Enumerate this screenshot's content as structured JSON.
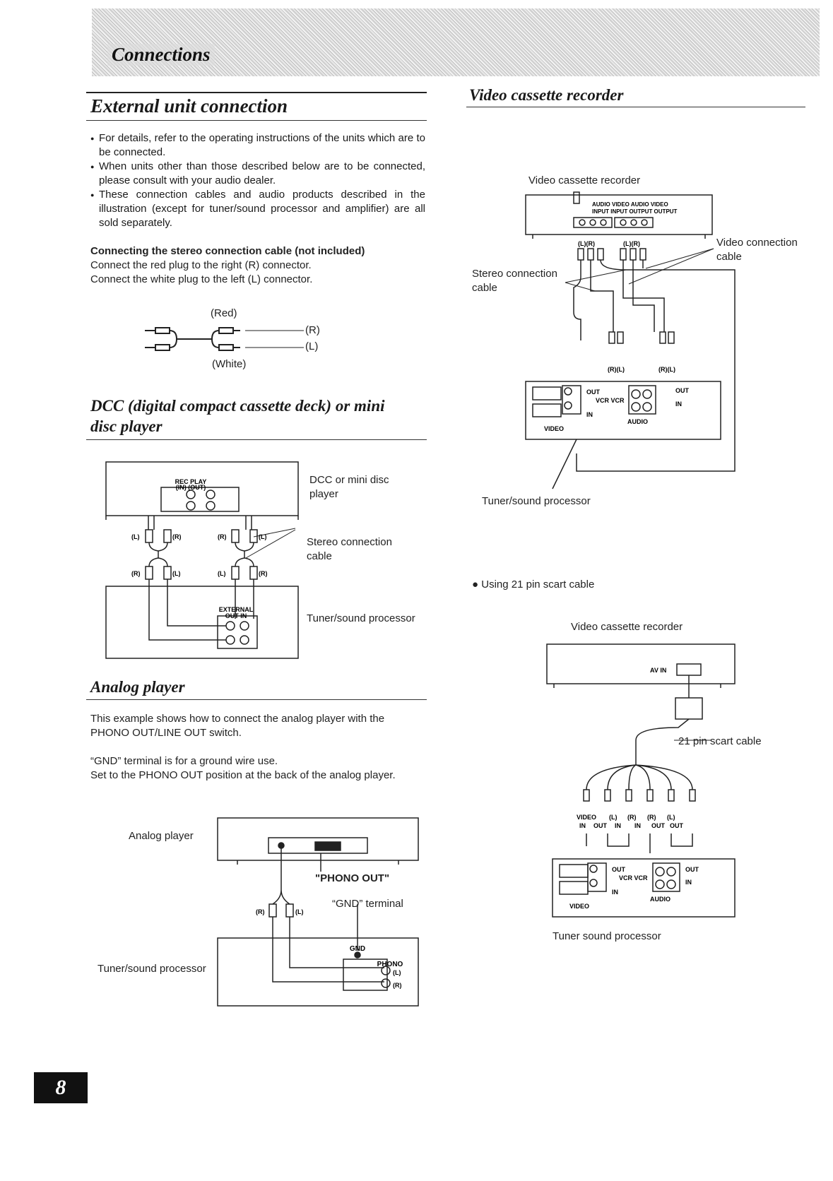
{
  "page": {
    "section_banner": "Connections",
    "page_number": "8"
  },
  "external": {
    "heading": "External unit connection",
    "bullets": [
      "For details, refer to the operating instructions of the units which are to be connected.",
      "When units other than those described below are to be connected, please consult with your audio dealer.",
      "These connection cables and audio products described in the illustration (except for tuner/sound processor and amplifier) are all sold separately."
    ],
    "stereo_title": "Connecting the stereo connection cable (not included)",
    "stereo_lines": [
      "Connect the red plug to the right (R) connector.",
      "Connect the white plug to the left (L) connector."
    ],
    "plug_labels": {
      "red": "(Red)",
      "white": "(White)",
      "r": "(R)",
      "l": "(L)"
    }
  },
  "dcc": {
    "heading_line1": "DCC (digital compact cassette deck) or mini",
    "heading_line2": "disc player",
    "device_label_line1": "DCC or mini disc",
    "device_label_line2": "player",
    "cable_label_line1": "Stereo connection",
    "cable_label_line2": "cable",
    "processor_label": "Tuner/sound processor",
    "panel_rec_play": "REC PLAY",
    "panel_in_out": "(IN) (OUT)",
    "panel_external": "EXTERNAL",
    "panel_out_in": "OUT IN",
    "tag_l": "(L)",
    "tag_r": "(R)"
  },
  "analog": {
    "heading": "Analog player",
    "text_line1": "This example shows how to connect the analog player with the",
    "text_line2": "PHONO OUT/LINE OUT switch.",
    "gnd_text": "“GND” terminal is for a ground wire use.",
    "set_text": "Set to the PHONO OUT position at the back of the analog player.",
    "player_label": "Analog player",
    "phono_out": "\"PHONO OUT\"",
    "gnd_terminal": "“GND” terminal",
    "processor_label": "Tuner/sound processor",
    "gnd": "GND",
    "phono": "PHONO",
    "tag_l": "(L)",
    "tag_r": "(R)"
  },
  "vcr": {
    "heading": "Video cassette recorder",
    "device_label": "Video cassette recorder",
    "panel_line1": "AUDIO VIDEO AUDIO VIDEO",
    "panel_line2": "INPUT INPUT OUTPUT OUTPUT",
    "video_cable_line1": "Video connection",
    "video_cable_line2": "cable",
    "stereo_cable_line1": "Stereo connection",
    "stereo_cable_line2": "cable",
    "processor_label": "Tuner/sound processor",
    "tag_lr": "(L)(R)",
    "tag_rl": "(R)(L)",
    "out": "OUT",
    "in": "IN",
    "vcr_vcr": "VCR VCR",
    "video": "VIDEO",
    "audio": "AUDIO",
    "scart_bullet": "Using 21 pin scart cable",
    "scart_device_label": "Video cassette recorder",
    "av_in": "AV IN",
    "scart_cable": "21 pin scart cable",
    "scart_tags": [
      "VIDEO",
      "(L)",
      "(R)",
      "(R)",
      "(L)"
    ],
    "scart_tags2": [
      "IN",
      "OUT",
      "IN",
      "IN",
      "OUT",
      "OUT"
    ],
    "scart_processor_label": "Tuner sound processor"
  }
}
